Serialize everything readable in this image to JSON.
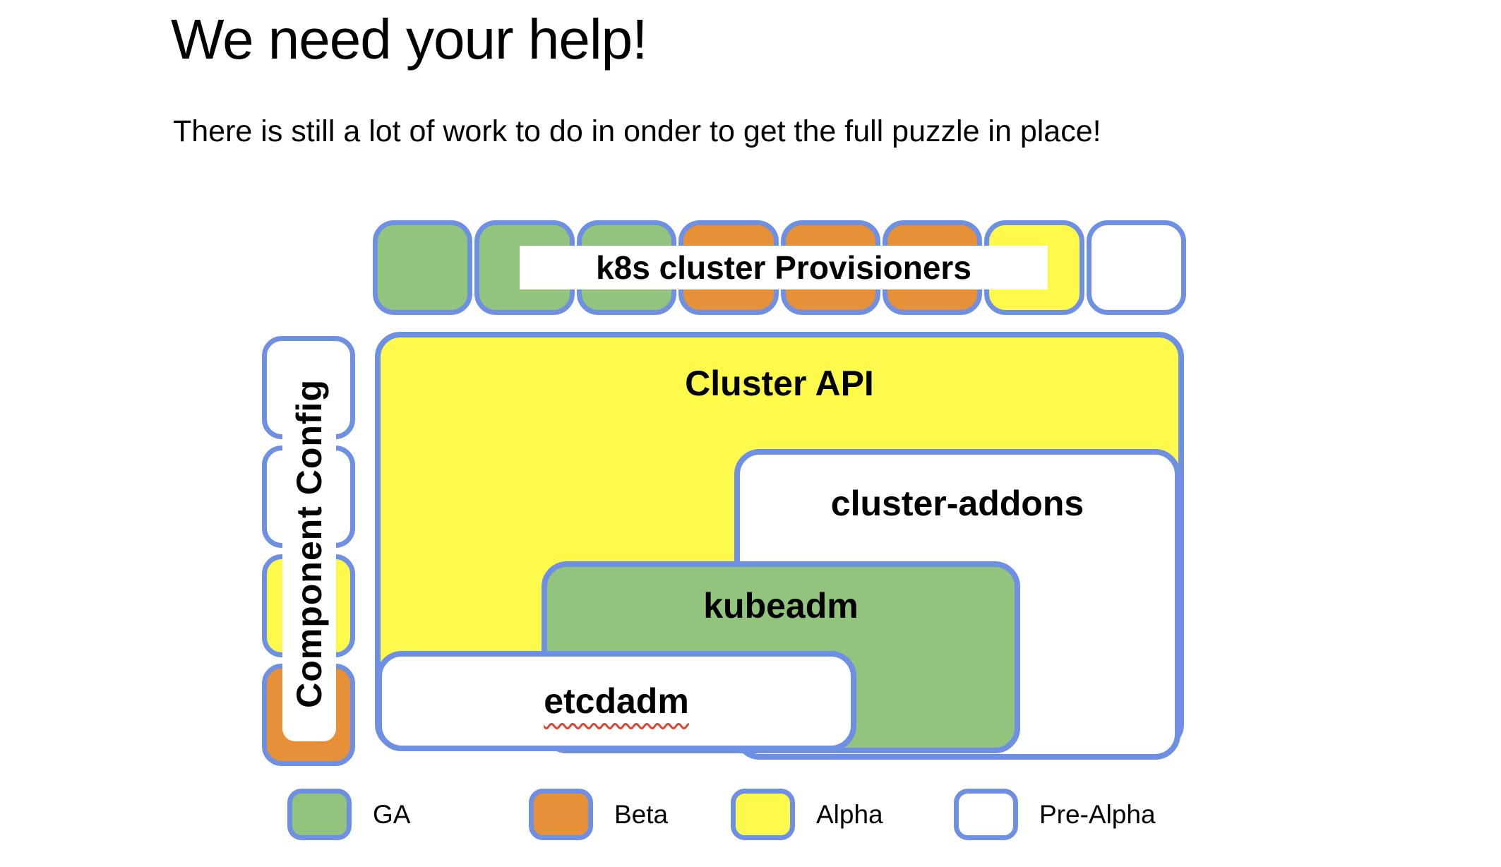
{
  "slide": {
    "title": "We need your help!",
    "subtitle": "There is still a lot of work to do in onder to get the full puzzle in place!"
  },
  "colors": {
    "ga": "#93c47d",
    "beta": "#e69138",
    "alpha": "#fdfa4b",
    "prealpha": "#ffffff",
    "border": "#6d8fe4",
    "squiggle": "#e0442c"
  },
  "diagram": {
    "provisioners_row": {
      "label": "k8s cluster Provisioners",
      "cells": [
        "ga",
        "ga",
        "ga",
        "beta",
        "beta",
        "beta",
        "alpha",
        "prealpha"
      ]
    },
    "component_config": {
      "label": "Component Config",
      "cells": [
        "prealpha",
        "prealpha",
        "alpha",
        "beta"
      ]
    },
    "boxes": {
      "cluster_api": {
        "label": "Cluster API",
        "status": "alpha"
      },
      "cluster_addons": {
        "label": "cluster-addons",
        "status": "prealpha"
      },
      "kubeadm": {
        "label": "kubeadm",
        "status": "ga"
      },
      "etcdadm": {
        "label": "etcdadm",
        "status": "prealpha"
      }
    }
  },
  "legend": {
    "items": [
      {
        "status": "ga",
        "label": "GA"
      },
      {
        "status": "beta",
        "label": "Beta"
      },
      {
        "status": "alpha",
        "label": "Alpha"
      },
      {
        "status": "prealpha",
        "label": "Pre-Alpha"
      }
    ]
  }
}
